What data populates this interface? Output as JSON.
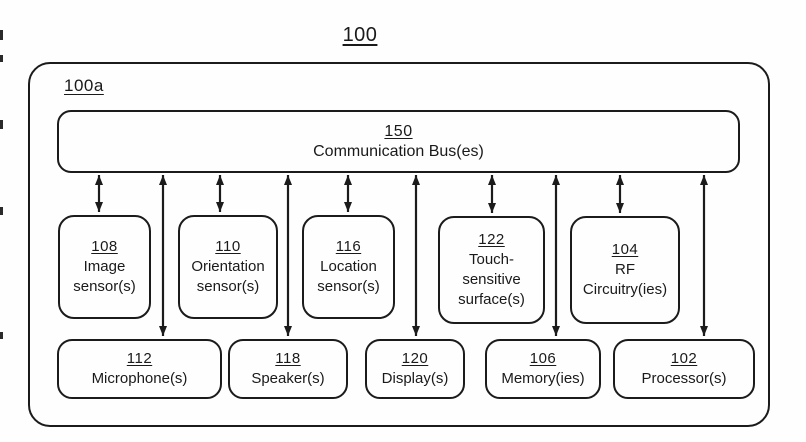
{
  "figure": {
    "title_ref": "100",
    "device_ref": "100a",
    "bus": {
      "ref": "150",
      "label": "Communication Bus(es)"
    },
    "middle_row": [
      {
        "ref": "108",
        "label": "Image sensor(s)"
      },
      {
        "ref": "110",
        "label": "Orientation sensor(s)"
      },
      {
        "ref": "116",
        "label": "Location sensor(s)"
      },
      {
        "ref": "122",
        "label": "Touch-sensitive surface(s)"
      },
      {
        "ref": "104",
        "label": "RF Circuitry(ies)"
      }
    ],
    "bottom_row": [
      {
        "ref": "112",
        "label": "Microphone(s)"
      },
      {
        "ref": "118",
        "label": "Speaker(s)"
      },
      {
        "ref": "120",
        "label": "Display(s)"
      },
      {
        "ref": "106",
        "label": "Memory(ies)"
      },
      {
        "ref": "102",
        "label": "Processor(s)"
      }
    ],
    "line_color": "#1b1b1b",
    "background_color": "#fefefe"
  }
}
